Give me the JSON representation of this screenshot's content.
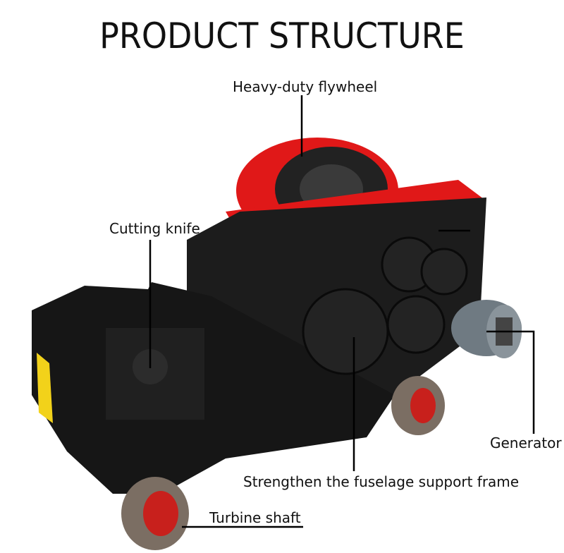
{
  "title": "PRODUCT STRUCTURE",
  "labels": {
    "flywheel": "Heavy-duty flywheel",
    "cutting_knife": "Cutting knife",
    "generator": "Generator",
    "frame": "Strengthen the fuselage support frame",
    "turbine_shaft": "Turbine shaft"
  },
  "colors": {
    "body": "#1a1a1a",
    "accent": "#e01818",
    "label_line": "#000000"
  }
}
